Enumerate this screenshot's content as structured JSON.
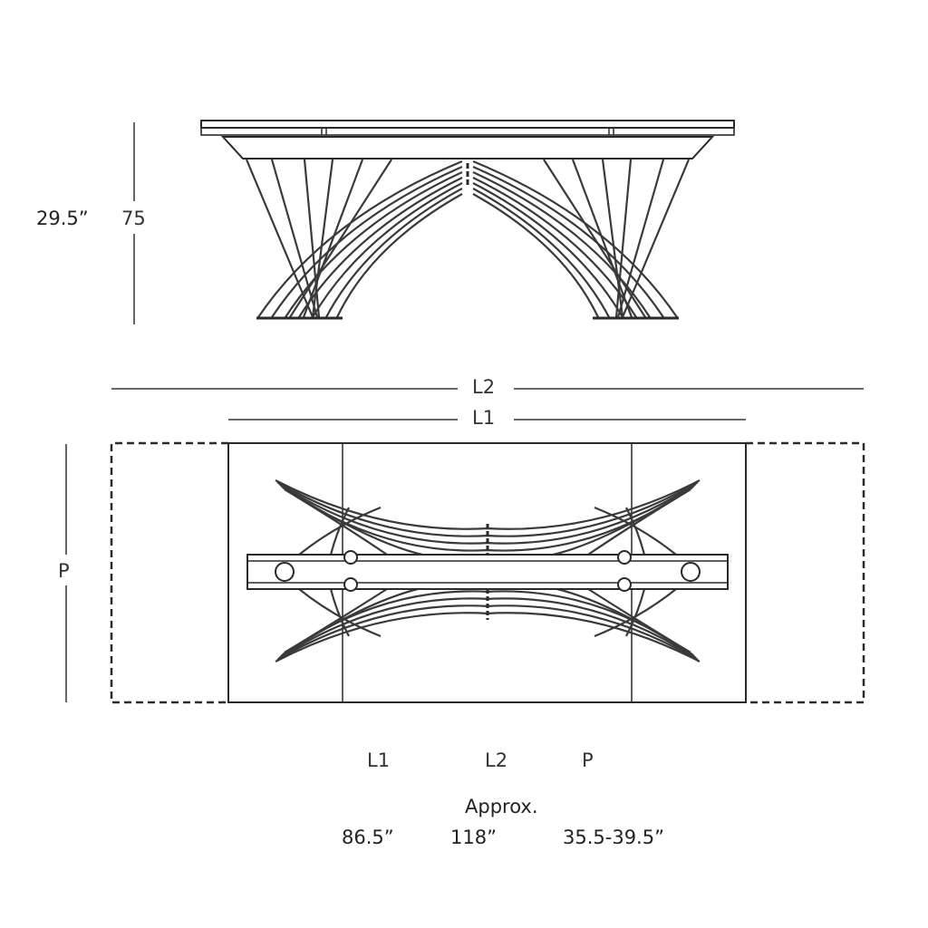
{
  "side_view": {
    "height_in": "29.5”",
    "height_cm": "75"
  },
  "top_view": {
    "label_L2": "L2",
    "label_L1": "L1",
    "label_P": "P"
  },
  "dimensions_table": {
    "headers": [
      "L1",
      "L2",
      "P"
    ],
    "approx_label": "Approx.",
    "values": [
      "86.5”",
      "118”",
      "35.5-39.5”"
    ]
  },
  "colors": {
    "ink": "#2a2a2a",
    "dimension_line": "#666666",
    "background": "#ffffff"
  }
}
